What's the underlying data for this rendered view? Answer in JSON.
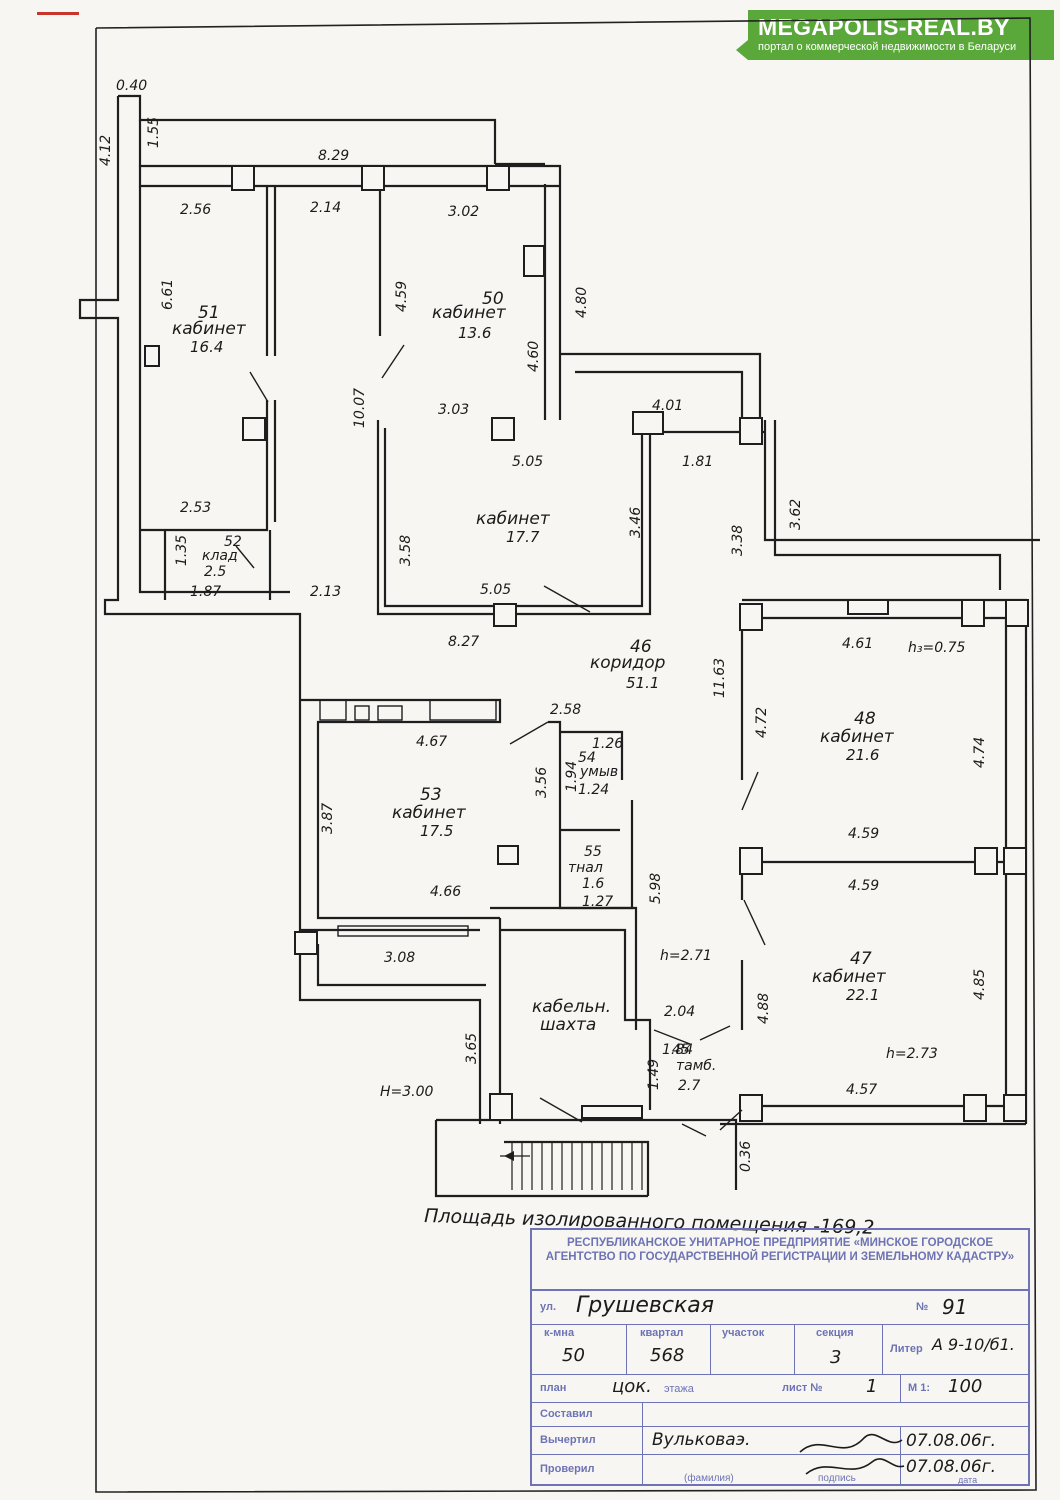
{
  "watermark": {
    "brand": "MEGAPOLIS-REAL.BY",
    "tagline": "портал о коммерческой недвижимости в Беларуси",
    "color": "#5aa83a"
  },
  "rooms": {
    "r51": {
      "number": "51",
      "name": "кабинет",
      "area": "16.4"
    },
    "r50": {
      "number": "50",
      "name": "кабинет",
      "area": "13.6"
    },
    "r49": {
      "name": "кабинет",
      "area": "17.7"
    },
    "r52": {
      "number": "52",
      "name": "клад",
      "area": "2.5"
    },
    "r46": {
      "number": "46",
      "name": "коридор",
      "area": "51.1"
    },
    "r48": {
      "number": "48",
      "name": "кабинет",
      "area": "21.6"
    },
    "r53": {
      "number": "53",
      "name": "кабинет",
      "area": "17.5"
    },
    "r54": {
      "number": "54",
      "name": "умыв",
      "area": "1.24"
    },
    "r55": {
      "number": "55",
      "name": "тнал",
      "area": "1.6"
    },
    "r47": {
      "number": "47",
      "name": "кабинет",
      "area": "22.1"
    },
    "r45": {
      "number": "45",
      "name": "тамб.",
      "area": "2.7"
    },
    "shaft": {
      "line1": "кабельн.",
      "line2": "шахта"
    }
  },
  "dimensions": {
    "d040": "0.40",
    "d412": "4.12",
    "d155": "1.55",
    "d829": "8.29",
    "d256": "2.56",
    "d214": "2.14",
    "d302": "3.02",
    "d661": "6.61",
    "d459a": "4.59",
    "d480": "4.80",
    "d460": "4.60",
    "d1007": "10.07",
    "d303": "3.03",
    "d401": "4.01",
    "d505a": "5.05",
    "d181": "1.81",
    "d253": "2.53",
    "d358": "3.58",
    "d346": "3.46",
    "d338": "3.38",
    "d362": "3.62",
    "d135": "1.35",
    "d187": "1.87",
    "d213": "2.13",
    "d505b": "5.05",
    "d827": "8.27",
    "d461": "4.61",
    "h075": "h₃=0.75",
    "d1163": "11.63",
    "d472": "4.72",
    "d474": "4.74",
    "d258": "2.58",
    "d467": "4.67",
    "d126": "1.26",
    "d194": "1.94",
    "d387": "3.87",
    "d356": "3.56",
    "d459b": "4.59",
    "d459c": "4.59",
    "d127": "1.27",
    "d598": "5.98",
    "d466": "4.66",
    "d308": "3.08",
    "h271": "h=2.71",
    "d488": "4.88",
    "d485": "4.85",
    "d365": "3.65",
    "d204": "2.04",
    "d184": "1.84",
    "d149": "1.49",
    "h273": "h=2.73",
    "h300": "H=3.00",
    "d457": "4.57",
    "d036": "0.36"
  },
  "total_area": "Площадь изолированного помещения -169,2",
  "title_block": {
    "org": "РЕСПУБЛИКАНСКОЕ УНИТАРНОЕ ПРЕДПРИЯТИЕ «МИНСКОЕ ГОРОДСКОЕ АГЕНТСТВО ПО ГОСУДАРСТВЕННОЙ РЕГИСТРАЦИИ И ЗЕМЕЛЬНОМУ КАДАСТРУ»",
    "street_label": "ул.",
    "street": "Грушевская",
    "no_label": "№",
    "no": "91",
    "col_kmna": "к-мна",
    "col_kvartal": "квартал",
    "col_uchastok": "участок",
    "col_sekciya": "секция",
    "col_liter": "Литер",
    "val_kmna": "50",
    "val_kvartal": "568",
    "val_sekciya": "3",
    "val_liter": "А 9-10/б1.",
    "plan_label": "план",
    "plan_value": "цок.",
    "etazh_label": "этажа",
    "list_label": "лист №",
    "list_value": "1",
    "scale_label": "М 1:",
    "scale_value": "100",
    "sostavil": "Составил",
    "vycherтil": "Вычертил",
    "vychertil_name": "Вульковаэ.",
    "date1": "07.08.06г.",
    "proveril": "Проверил",
    "familiya": "(фамилия)",
    "podpis": "подпись",
    "date2": "07.08.06г.",
    "data_label": "дата",
    "accent": "#6d73b5"
  }
}
